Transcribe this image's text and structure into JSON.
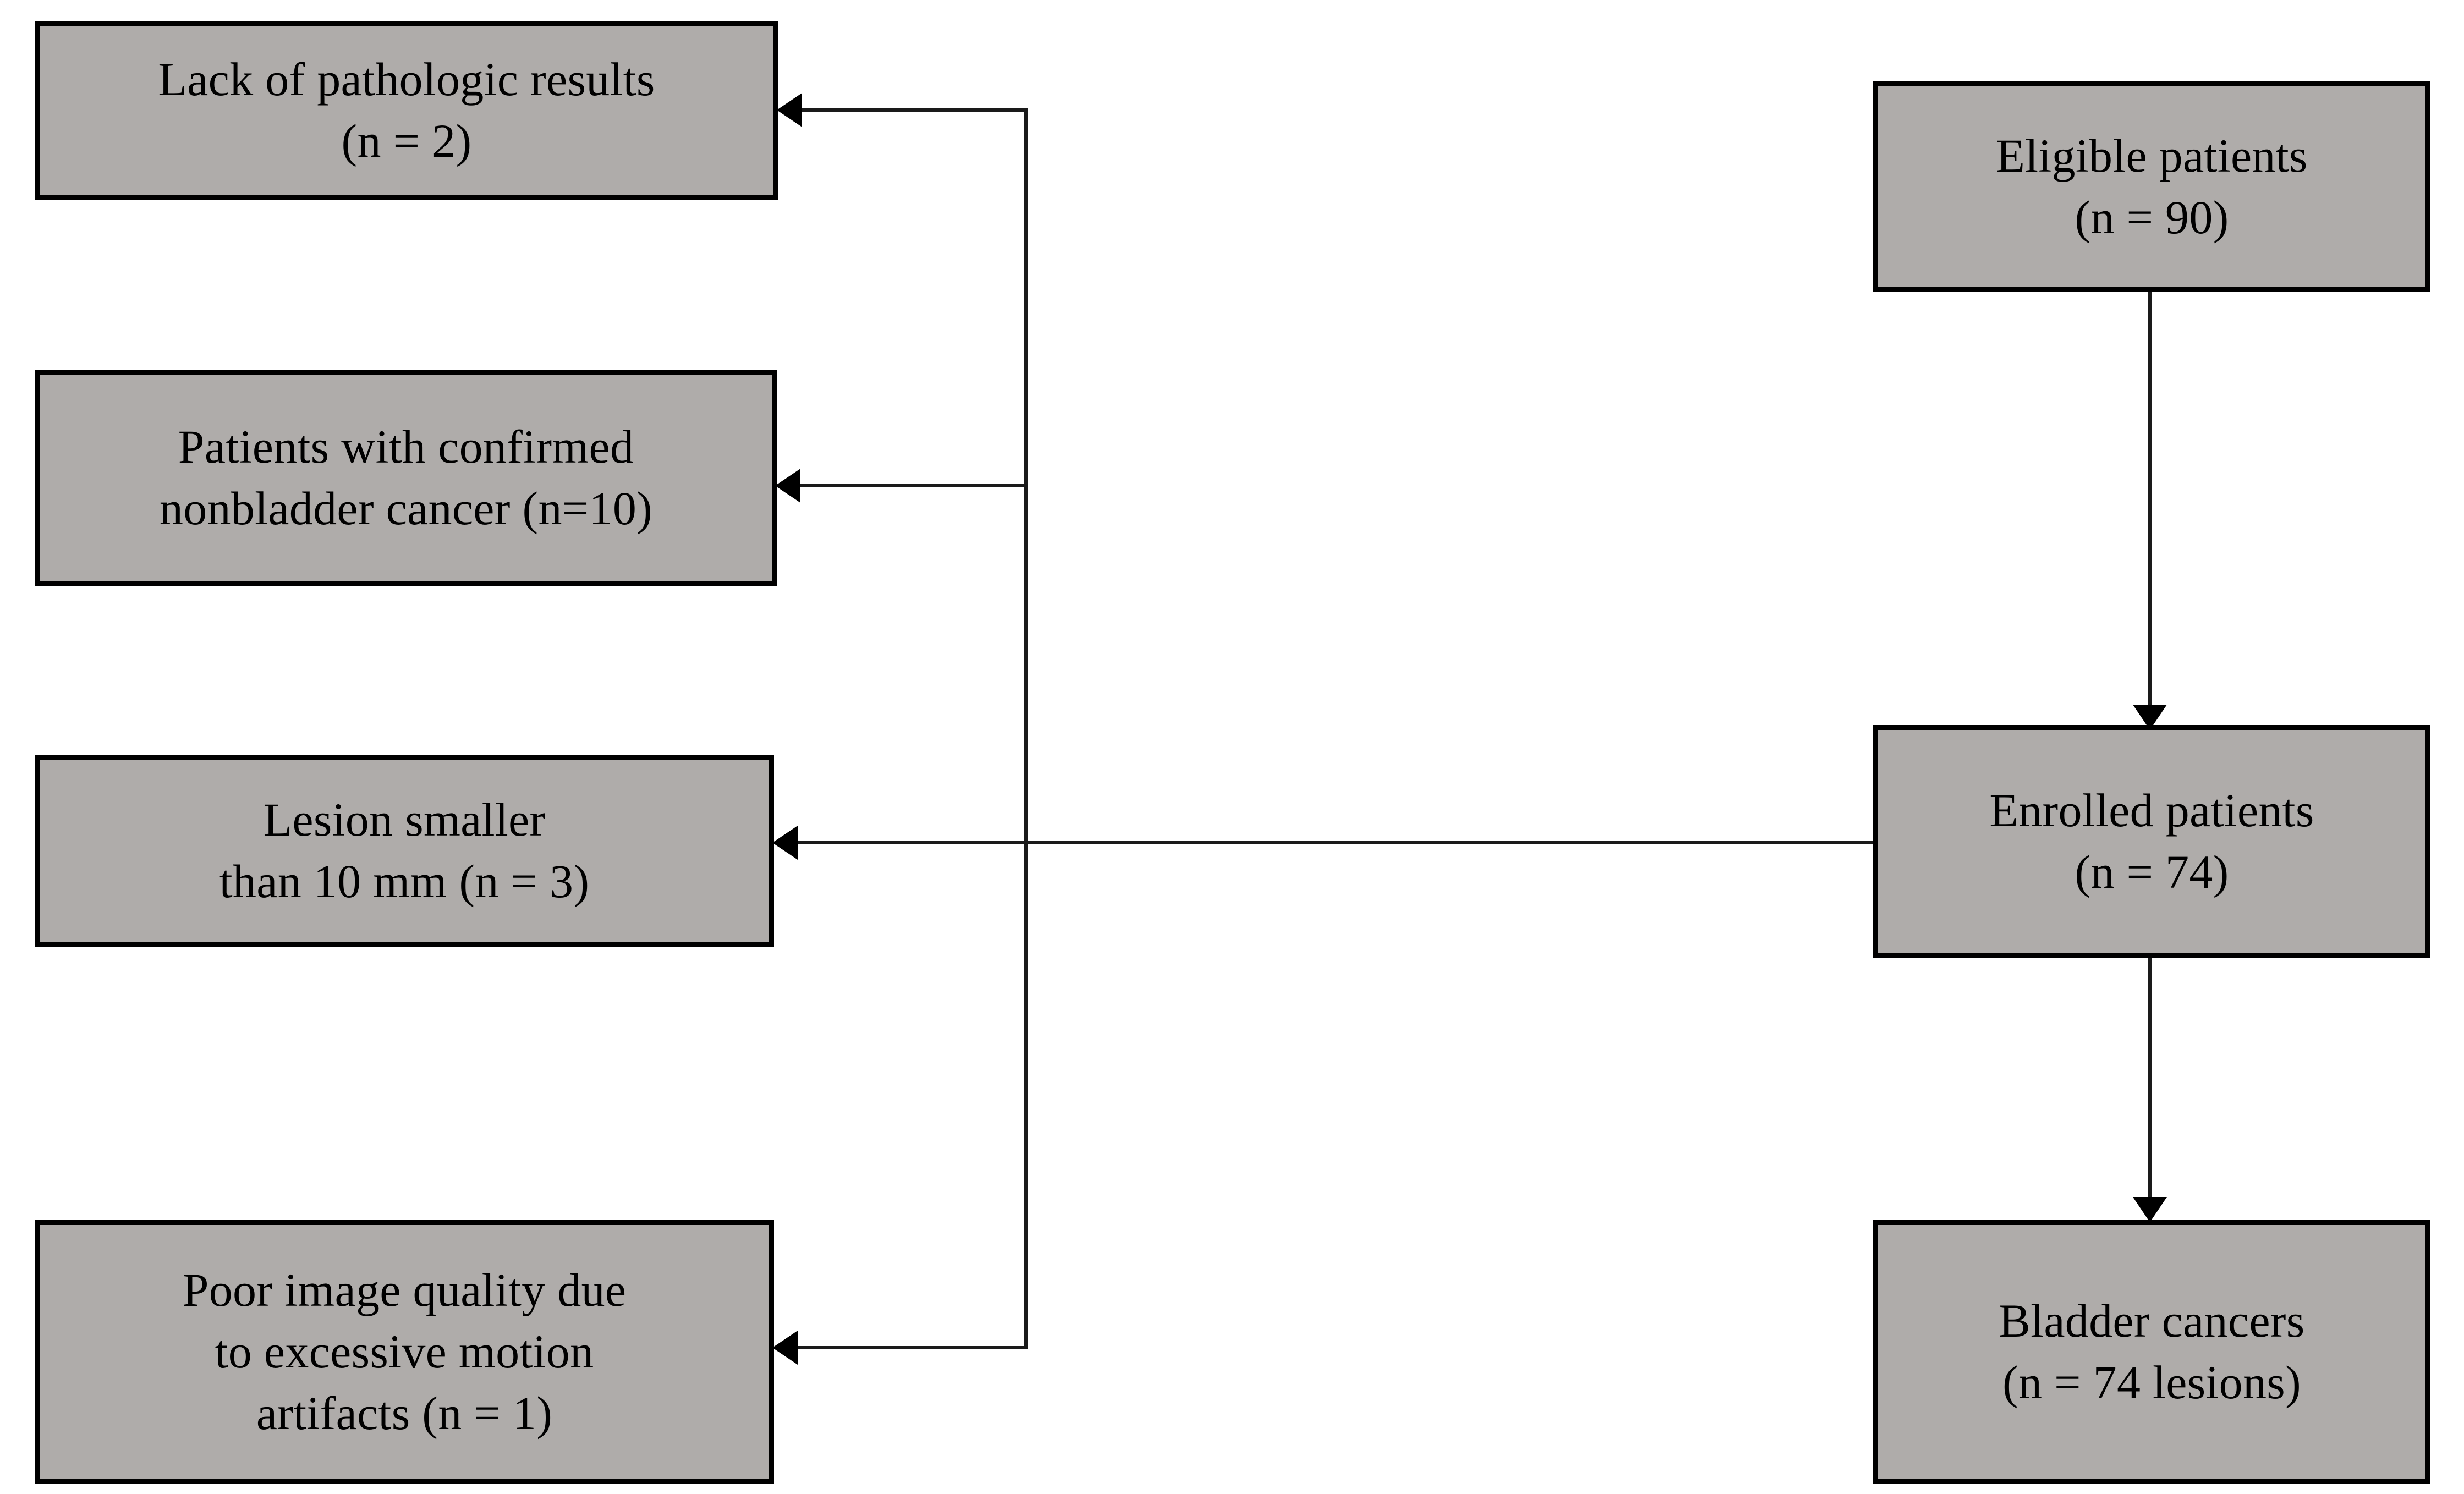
{
  "figure": {
    "type": "flowchart",
    "orientation": "right-to-left-exclusions",
    "background_color": "#ffffff",
    "node_fill_color": "#AFACAA",
    "node_border_color": "#000000",
    "connector_color": "#1a1a1a"
  },
  "nodes": {
    "eligible_patients": {
      "id": "eligible-patients",
      "label": "Eligible patients\n(n = 90)",
      "title": "Eligible patients",
      "count_text": "(n = 90)",
      "count": 90,
      "column": "right"
    },
    "enrolled_patients": {
      "id": "enrolled-patients",
      "label": "Enrolled patients\n(n = 74)",
      "title": "Enrolled patients",
      "count_text": "(n = 74)",
      "count": 74,
      "column": "right"
    },
    "bladder_cancers": {
      "id": "bladder-cancers",
      "label": "Bladder cancers\n(n = 74 lesions)",
      "title": "Bladder cancers",
      "count_text": "(n = 74 lesions)",
      "count": 74,
      "column": "right"
    },
    "lack_of_pathologic_results": {
      "id": "lack-of-pathologic-results",
      "label": "Lack of pathologic results\n(n = 2)",
      "title": "Lack of pathologic results",
      "count_text": "(n = 2)",
      "count": 2,
      "column": "left"
    },
    "nonbladder_cancer": {
      "id": "patients-with-confirmed-nonbladder-cancer",
      "label": "Patients with confirmed\nnonbladder cancer (n=10)",
      "title": "Patients with confirmed nonbladder cancer",
      "count_text": "(n=10)",
      "count": 10,
      "column": "left"
    },
    "lesion_smaller_than_10mm": {
      "id": "lesion-smaller-than-10-mm",
      "label": "Lesion smaller\nthan 10 mm (n = 3)",
      "title": "Lesion smaller than 10 mm",
      "count_text": "(n = 3)",
      "count": 3,
      "column": "left"
    },
    "poor_image_quality": {
      "id": "poor-image-quality-motion-artifacts",
      "label": "Poor image quality due\nto excessive motion\nartifacts (n = 1)",
      "title": "Poor image quality due to excessive motion artifacts",
      "count_text": "(n = 1)",
      "count": 1,
      "column": "left"
    }
  },
  "edges": [
    {
      "id": "eligible-to-enrolled",
      "from": "eligible_patients",
      "to": "enrolled_patients",
      "direction": "down",
      "arrowhead": true
    },
    {
      "id": "enrolled-to-bladder-cancers",
      "from": "enrolled_patients",
      "to": "bladder_cancers",
      "direction": "down",
      "arrowhead": true
    },
    {
      "id": "exclusion-lack-of-pathologic-results",
      "from": "eligible_patients",
      "to": "lack_of_pathologic_results",
      "direction": "left",
      "arrowhead": true
    },
    {
      "id": "exclusion-nonbladder-cancer",
      "from": "eligible_patients",
      "to": "nonbladder_cancer",
      "direction": "left",
      "arrowhead": true
    },
    {
      "id": "exclusion-lesion-smaller-than-10mm",
      "from": "enrolled_patients",
      "to": "lesion_smaller_than_10mm",
      "direction": "left",
      "arrowhead": true
    },
    {
      "id": "exclusion-poor-image-quality",
      "from": "eligible_patients",
      "to": "poor_image_quality",
      "direction": "left",
      "arrowhead": true
    }
  ]
}
